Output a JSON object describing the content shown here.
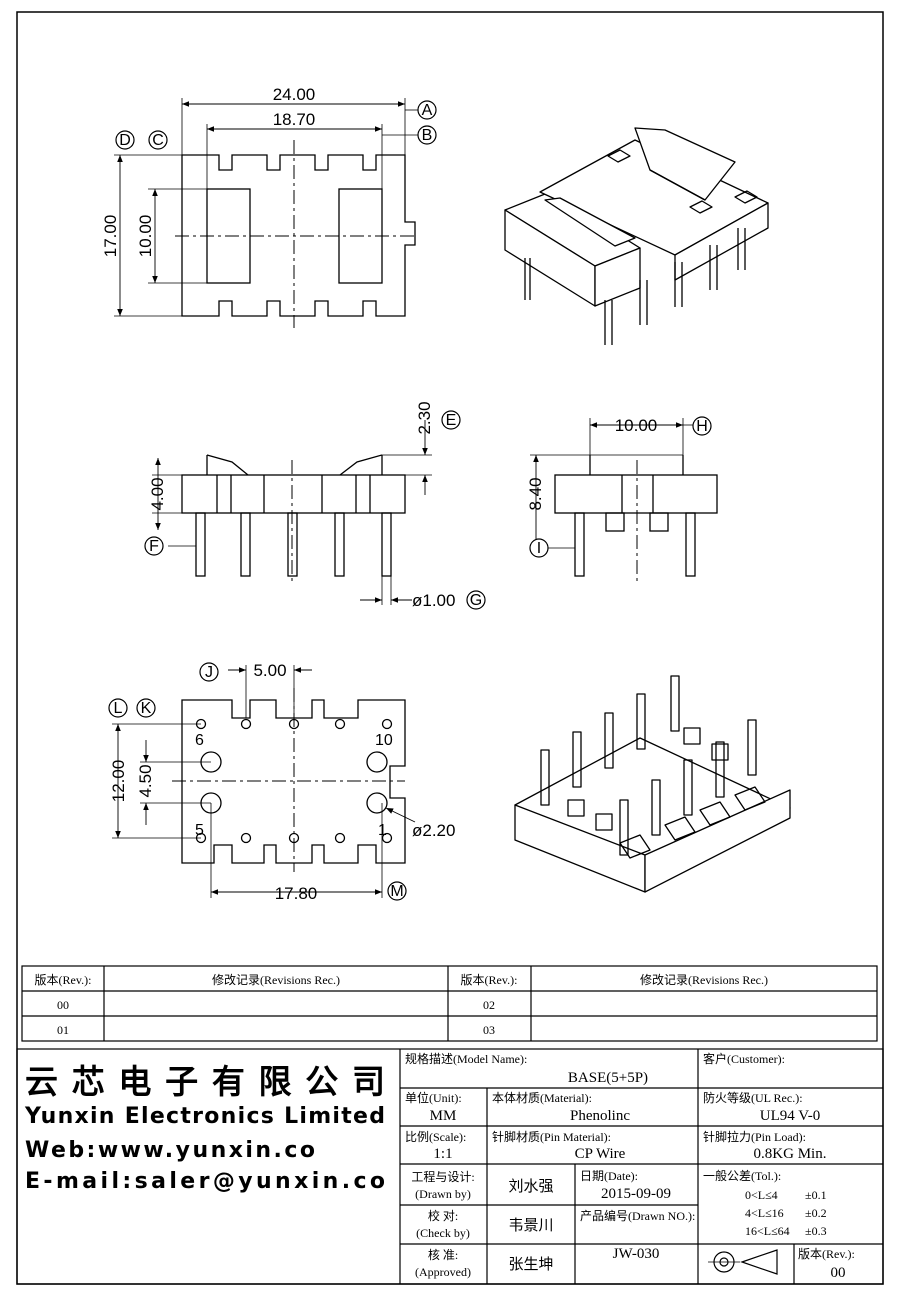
{
  "dimensions": {
    "top_width": "24.00",
    "top_inner": "18.70",
    "top_height": "17.00",
    "top_window": "10.00",
    "side_flange": "2.30",
    "side_height": "4.00",
    "pin_dia": "ø1.00",
    "end_width": "10.00",
    "end_height": "8.40",
    "pin_pitch": "5.00",
    "row_span": "12.00",
    "row_inner": "4.50",
    "hole_dia": "ø2.20",
    "col_span": "17.80"
  },
  "balloons": [
    "A",
    "B",
    "C",
    "D",
    "E",
    "F",
    "G",
    "H",
    "I",
    "J",
    "K",
    "L",
    "M"
  ],
  "pin_numbers": {
    "p6": "6",
    "p10": "10",
    "p5": "5",
    "p1": "1"
  },
  "revisions": {
    "col_rev": "版本(Rev.):",
    "col_rec": "修改记录(Revisions Rec.)",
    "rows_left": [
      "00",
      "01"
    ],
    "rows_right": [
      "02",
      "03"
    ]
  },
  "company": {
    "name_cn": "云芯电子有限公司",
    "name_en": "Yunxin Electronics Limited",
    "web": "Web:www.yunxin.co",
    "email": "E-mail:saler@yunxin.co"
  },
  "title_block": {
    "model_label": "规格描述(Model Name):",
    "model_value": "BASE(5+5P)",
    "customer_label": "客户(Customer):",
    "unit_label": "单位(Unit):",
    "unit_value": "MM",
    "material_label": "本体材质(Material):",
    "material_value": "Phenolinc",
    "ul_label": "防火等级(UL Rec.):",
    "ul_value": "UL94 V-0",
    "scale_label": "比例(Scale):",
    "scale_value": "1:1",
    "pin_material_label": "针脚材质(Pin Material):",
    "pin_material_value": "CP Wire",
    "pin_load_label": "针脚拉力(Pin Load):",
    "pin_load_value": "0.8KG Min.",
    "drawn_label": "工程与设计:",
    "drawn_label_en": "(Drawn by)",
    "drawn_value": "刘水强",
    "date_label": "日期(Date):",
    "date_value": "2015-09-09",
    "tol_label": "一般公差(Tol.):",
    "tol_rows": [
      {
        "range": "0<L≤4",
        "value": "±0.1"
      },
      {
        "range": "4<L≤16",
        "value": "±0.2"
      },
      {
        "range": "16<L≤64",
        "value": "±0.3"
      }
    ],
    "check_label": "校  对:",
    "check_label_en": "(Check by)",
    "check_value": "韦景川",
    "drawn_no_label": "产品编号(Drawn NO.):",
    "drawn_no_value": "JW-030",
    "approved_label": "核  准:",
    "approved_label_en": "(Approved)",
    "approved_value": "张生坤",
    "rev_label": "版本(Rev.):",
    "rev_value": "00"
  }
}
